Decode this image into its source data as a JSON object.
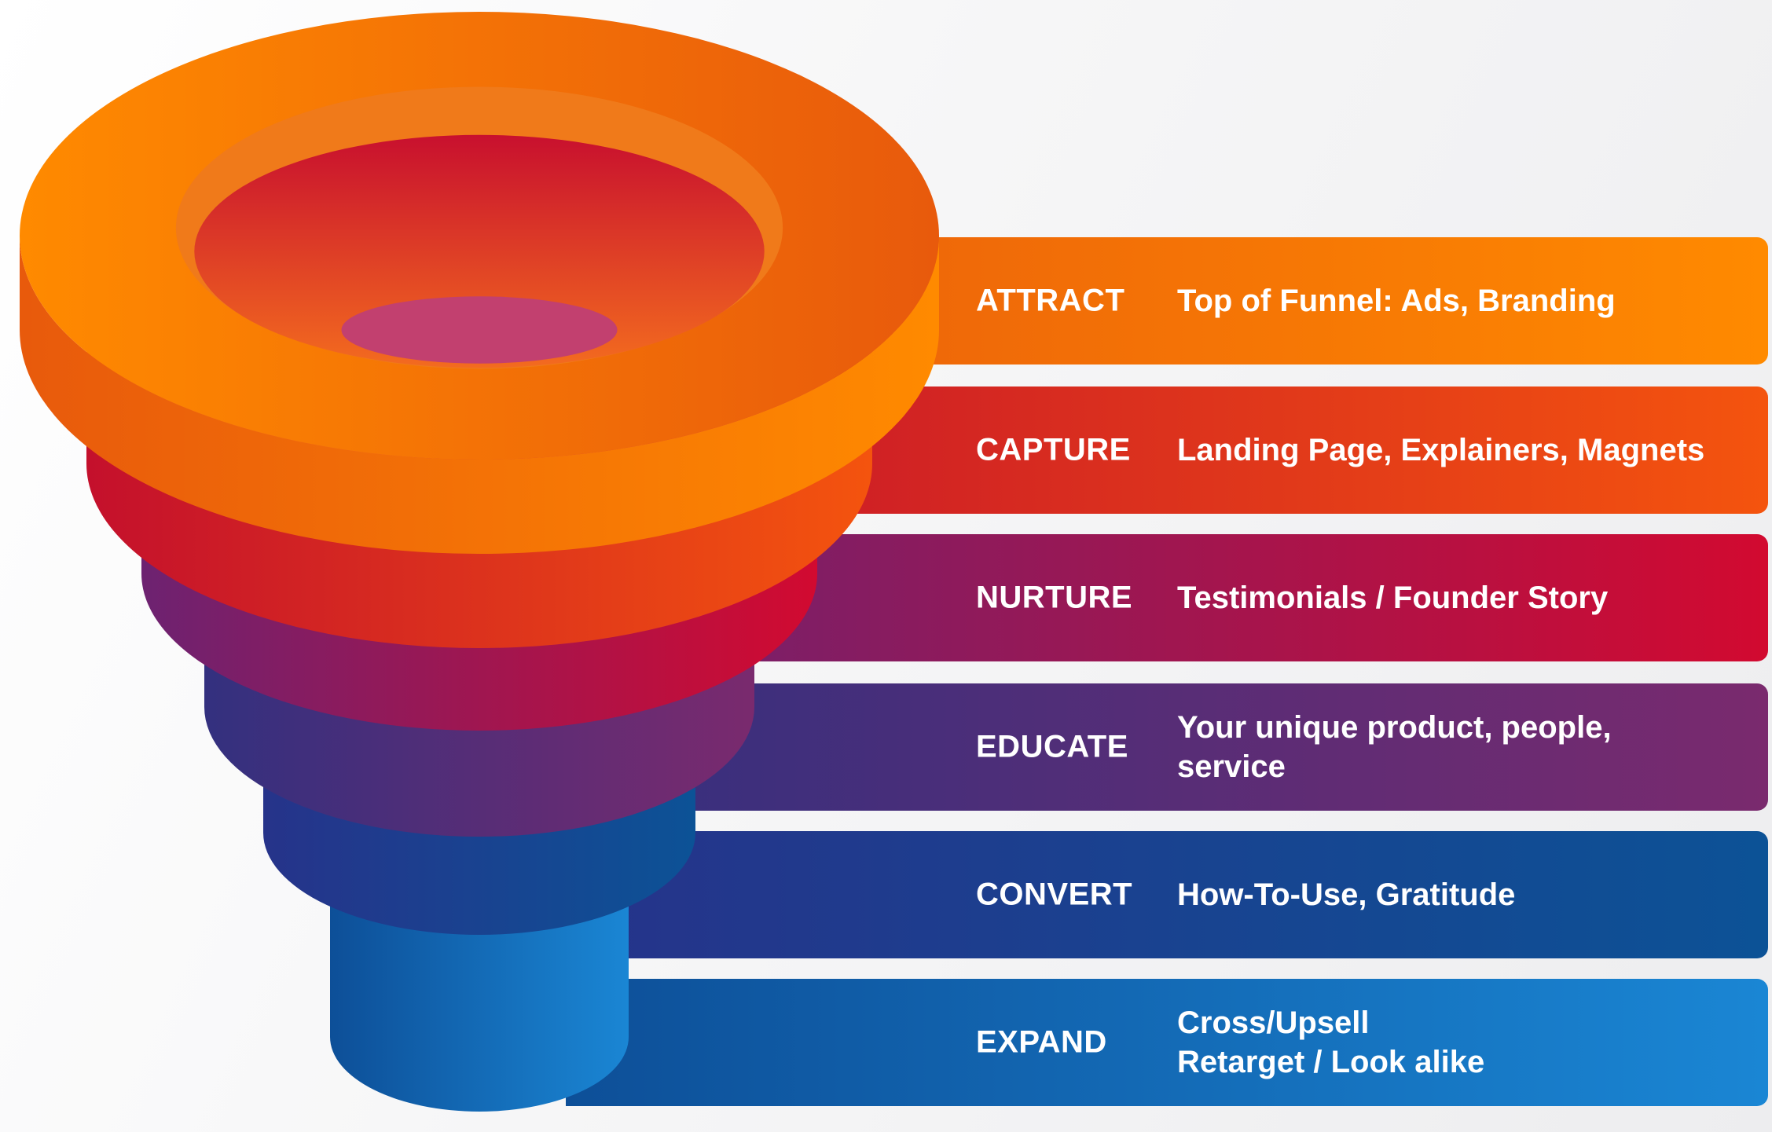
{
  "diagram": {
    "stages": [
      {
        "label": "ATTRACT",
        "description": [
          "Top of Funnel: Ads, Branding"
        ],
        "color_from": "#e85a0c",
        "color_to": "#ff8a00"
      },
      {
        "label": "CAPTURE",
        "description": [
          "Landing Page, Explainers, Magnets"
        ],
        "color_from": "#c4102c",
        "color_to": "#f4540e"
      },
      {
        "label": "NURTURE",
        "description": [
          "Testimonials / Founder Story"
        ],
        "color_from": "#6d2271",
        "color_to": "#d20a30"
      },
      {
        "label": "EDUCATE",
        "description": [
          "Your unique product, people,",
          "service"
        ],
        "color_from": "#33307f",
        "color_to": "#7a2a6e"
      },
      {
        "label": "CONVERT",
        "description": [
          "How-To-Use, Gratitude"
        ],
        "color_from": "#26338a",
        "color_to": "#0c5296"
      },
      {
        "label": "EXPAND",
        "description": [
          "Cross/Upsell",
          "Retarget / Look alike"
        ],
        "color_from": "#0d4f98",
        "color_to": "#1a86d4"
      }
    ]
  }
}
